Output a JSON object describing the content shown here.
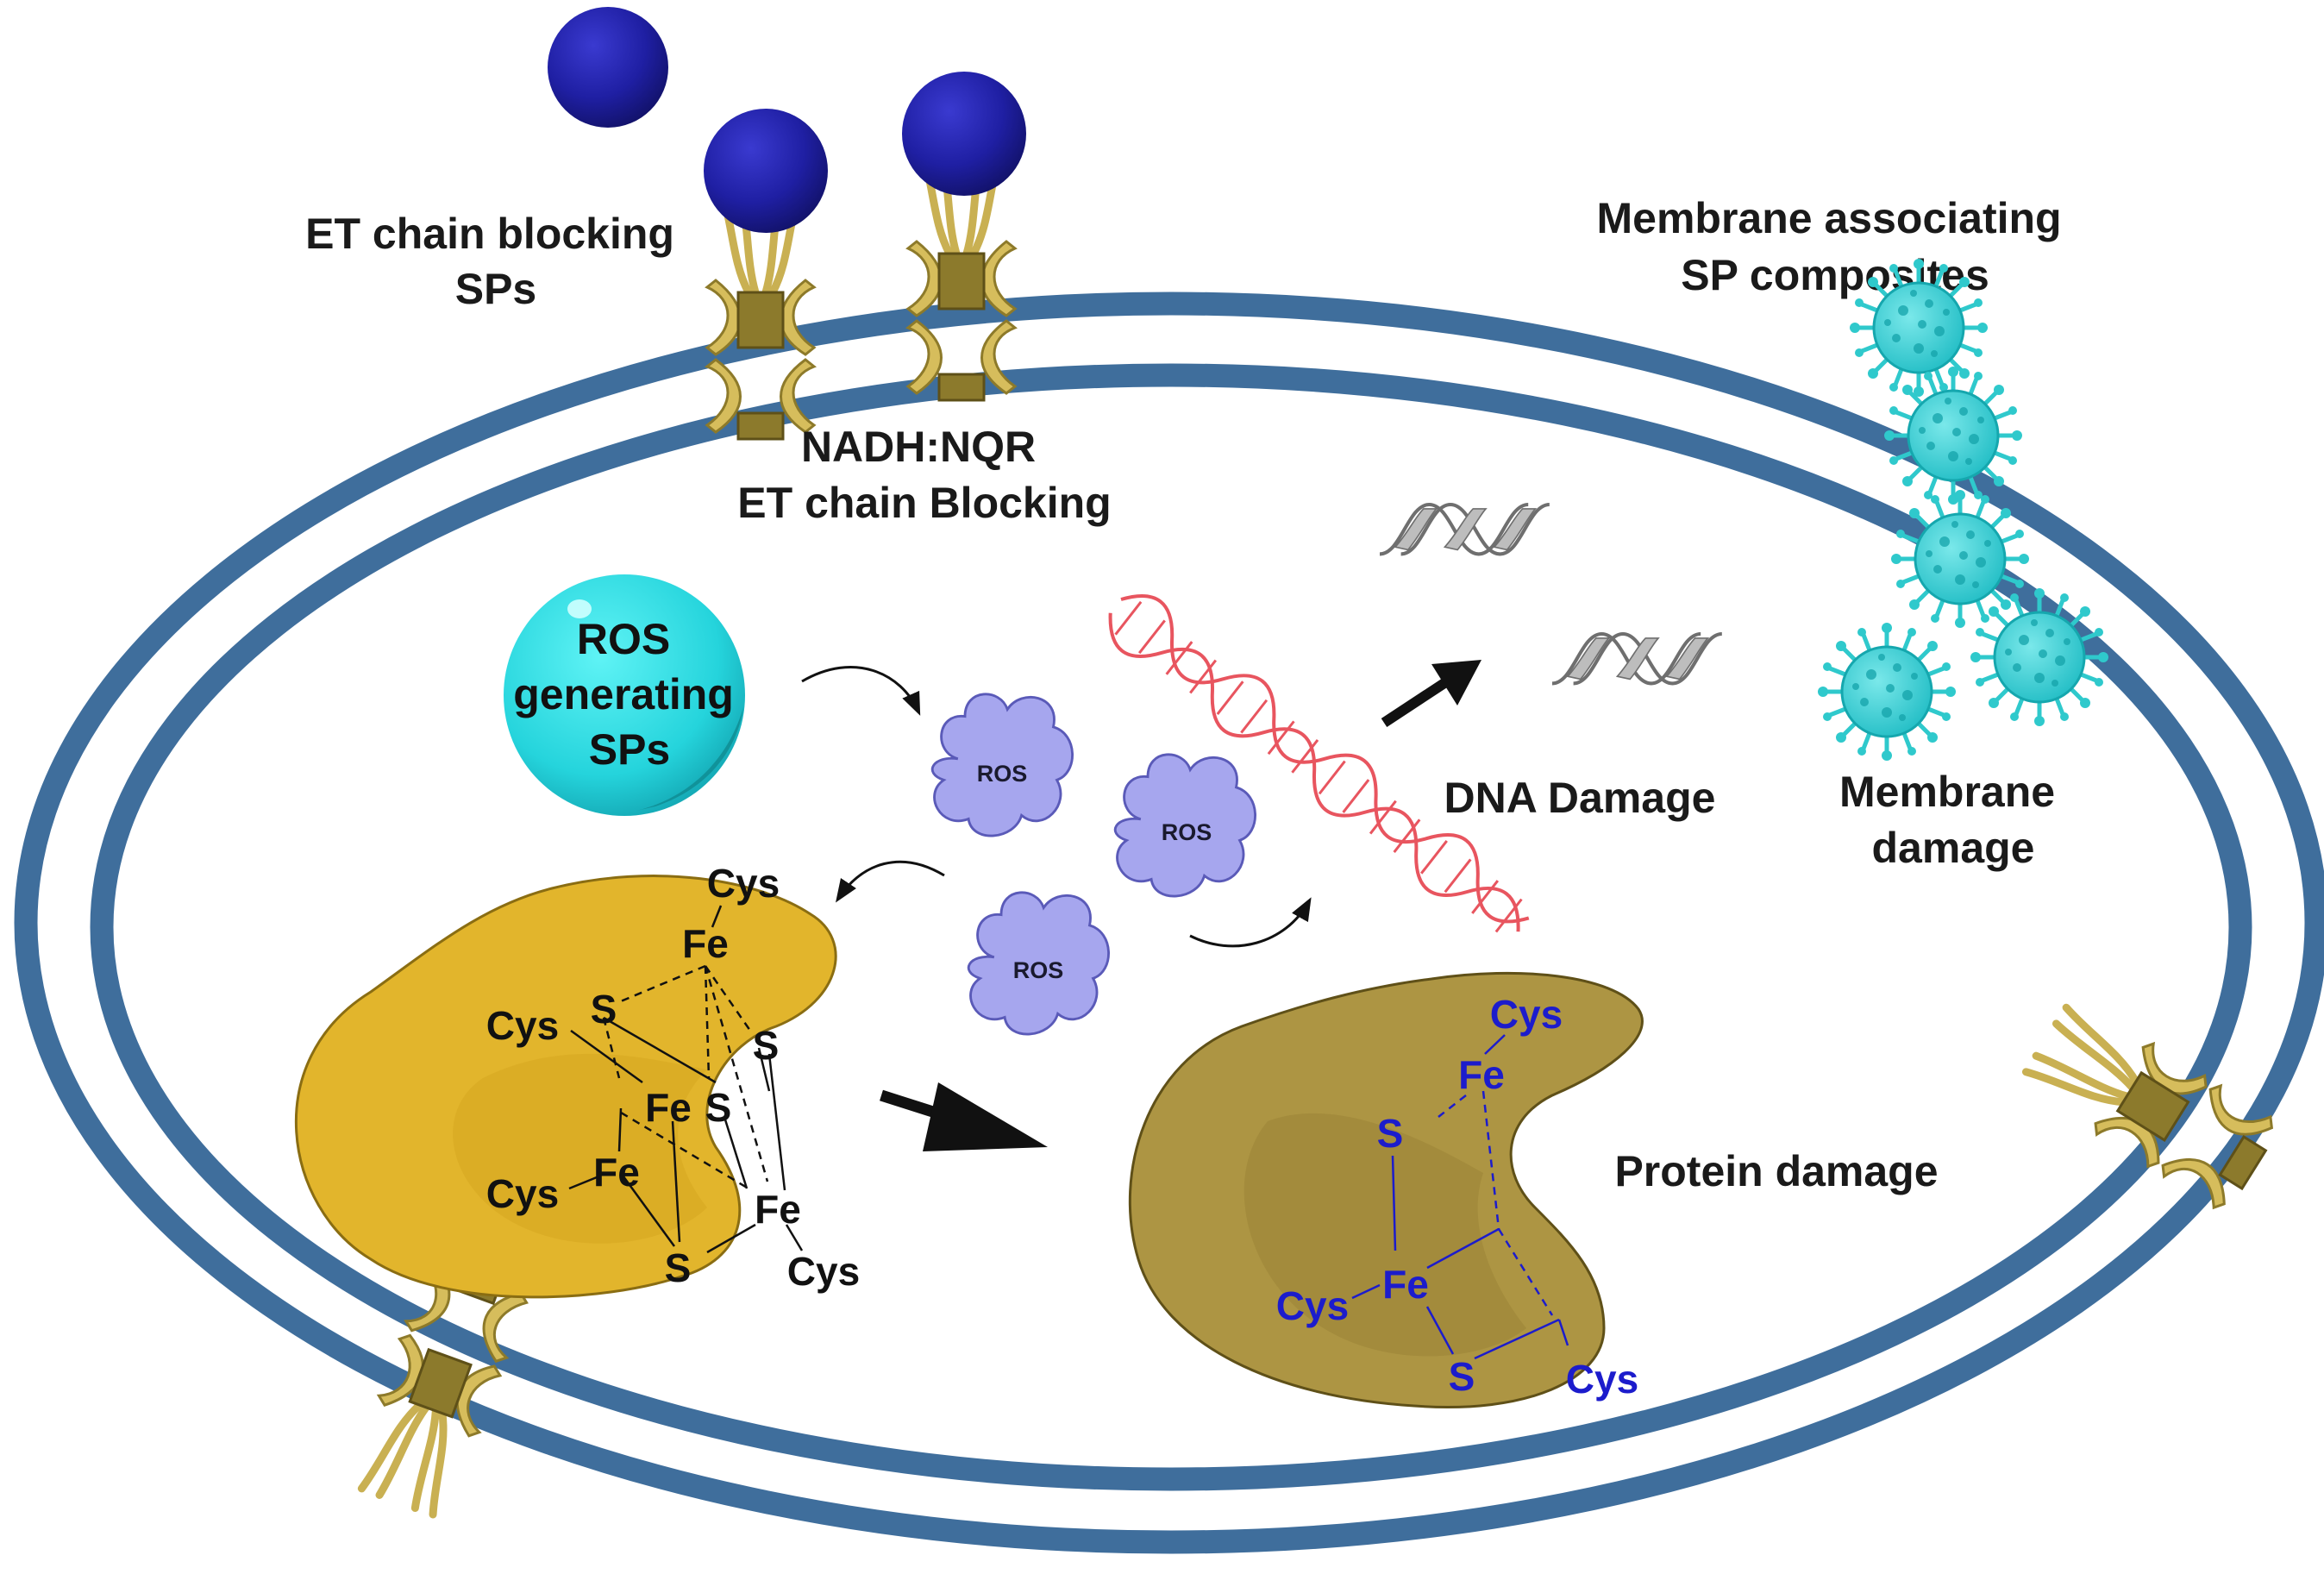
{
  "labels": {
    "et_chain_blocking_sps": [
      "ET chain blocking",
      "SPs"
    ],
    "membrane_associating": [
      "Membrane associating",
      "SP composites"
    ],
    "nadh_nqr": [
      "NADH:NQR",
      "ET chain Blocking"
    ],
    "ros_generating": [
      "ROS",
      "generating",
      "SPs"
    ],
    "dna_damage": "DNA Damage",
    "membrane_damage": [
      "Membrane",
      "damage"
    ],
    "protein_damage": "Protein damage"
  },
  "ros_clouds": [
    "ROS",
    "ROS",
    "ROS"
  ],
  "intact_cluster": {
    "cys": [
      "Cys",
      "Cys",
      "Cys",
      "Cys"
    ],
    "fe": [
      "Fe",
      "Fe",
      "Fe",
      "Fe"
    ],
    "s": [
      "S",
      "S",
      "S",
      "S"
    ]
  },
  "damaged_cluster": {
    "cys": [
      "Cys",
      "Cys",
      "Cys"
    ],
    "fe": [
      "Fe",
      "Fe"
    ],
    "s": [
      "S",
      "S"
    ]
  },
  "colors": {
    "membrane": "#3f6e9c",
    "sp_sphere": "#1f1f9e",
    "ros_sphere": "#25d4dc",
    "ros_cloud": "#a6a6ee",
    "protein_intact": "#e2b52c",
    "protein_damaged": "#ad9543",
    "dna_damaged": "#e8555f",
    "dna_fragment": "#a8a8a8",
    "virus": "#2fd1d1",
    "channel": "#c9b052",
    "chem_damaged": "#1c1ccc"
  }
}
